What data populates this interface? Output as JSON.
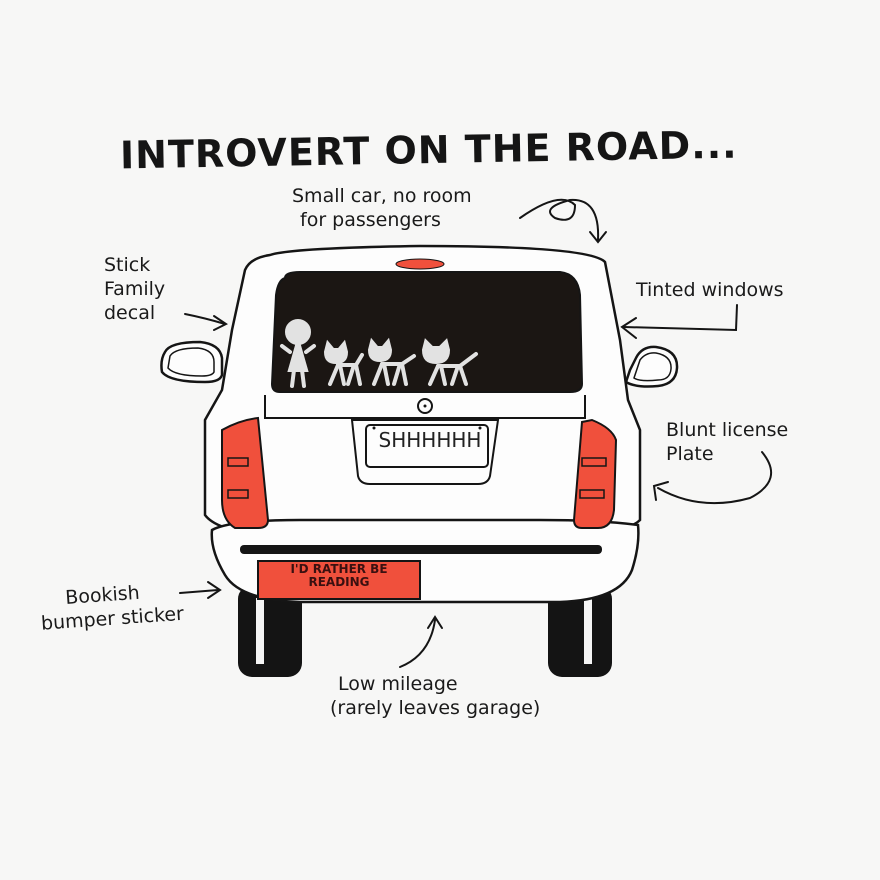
{
  "title": "INTROVERT ON THE ROAD...",
  "annotations": {
    "small_car": [
      "Small car, no room",
      "for passengers"
    ],
    "stick_family": [
      "Stick",
      "Family",
      "decal"
    ],
    "tinted_windows": "Tinted windows",
    "blunt_plate": [
      "Blunt license",
      "Plate"
    ],
    "bookish": [
      "Bookish",
      "bumper sticker"
    ],
    "low_mileage": [
      "Low mileage",
      "(rarely leaves garage)"
    ]
  },
  "car": {
    "license_plate": "SHHHHHH",
    "bumper_sticker": [
      "I'D RATHER BE",
      "READING"
    ],
    "decal_figures": [
      "stick-person",
      "cat",
      "cat",
      "cat"
    ]
  },
  "colors": {
    "background": "#f7f7f6",
    "ink": "#151515",
    "accent_red": "#f0503c",
    "window": "#1b1613",
    "decal": "#e6e6e6"
  }
}
